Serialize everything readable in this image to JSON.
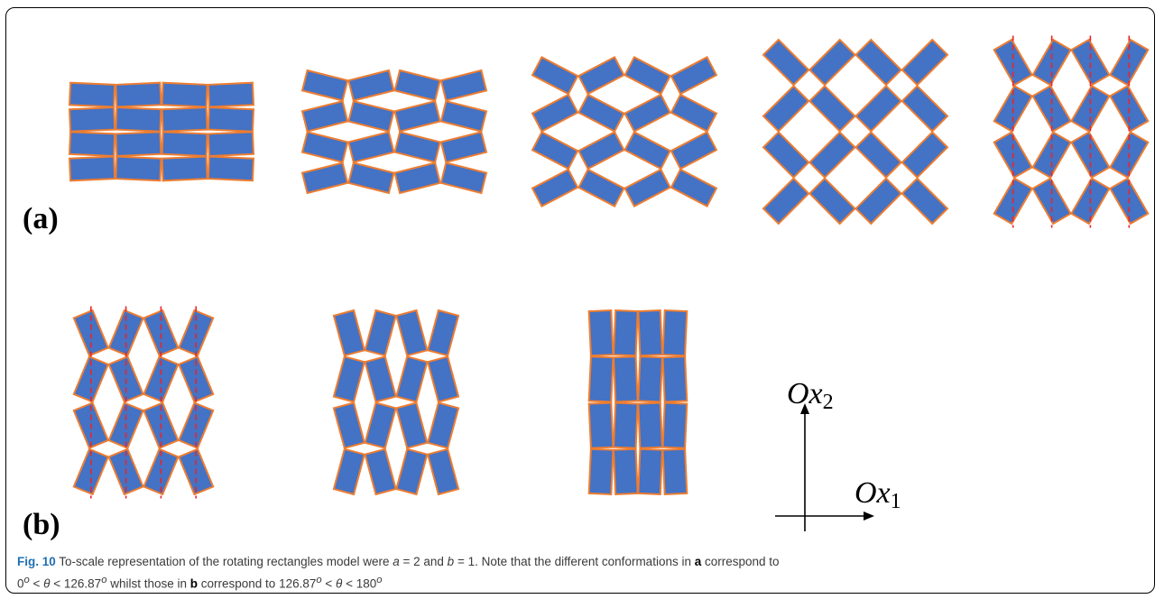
{
  "figure": {
    "panel_a_label": "(a)",
    "panel_b_label": "(b)",
    "axis_x1_main": "Ox",
    "axis_x1_sub": "1",
    "axis_x2_main": "Ox",
    "axis_x2_sub": "2",
    "colors": {
      "rectangle_fill": "#4472c4",
      "rectangle_stroke": "#ed7d31",
      "dashed_line": "#e8252a",
      "axis": "#000000"
    },
    "panels": {
      "a": [
        {
          "theta_deg": 5,
          "dashed": false
        },
        {
          "theta_deg": 28,
          "dashed": false
        },
        {
          "theta_deg": 55,
          "dashed": false
        },
        {
          "theta_deg": 90,
          "dashed": false
        },
        {
          "theta_deg": 120,
          "dashed": true
        }
      ],
      "b": [
        {
          "theta_deg": 135,
          "dashed": true
        },
        {
          "theta_deg": 150,
          "dashed": false
        },
        {
          "theta_deg": 175,
          "dashed": false
        }
      ]
    }
  },
  "caption": {
    "fig_label": "Fig. 10",
    "text_1": " To-scale representation of the rotating rectangles model were ",
    "a_var": "a",
    "text_2": " = 2 and ",
    "b_var": "b",
    "text_3": " = 1. Note that the different conformations in ",
    "panel_a": "a",
    "text_4": " correspond to",
    "line2_1": "0",
    "deg": "o",
    "lt": " < ",
    "theta": "θ",
    "line2_2": "126.87",
    "line2_3": " whilst those in ",
    "panel_b": "b",
    "line2_4": " correspond to ",
    "line2_5": "126.87",
    "line2_6": "180"
  }
}
